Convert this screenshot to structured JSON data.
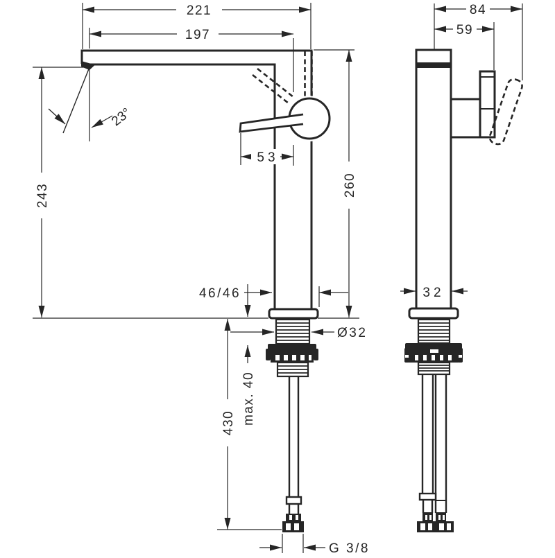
{
  "meta": {
    "description": "Technical dimension drawing of a single-lever tall basin mixer tap, front view and side view, with millimetre dimensions"
  },
  "front_view": {
    "labels": {
      "overall_depth": "221",
      "spout_reach": "197",
      "spout_height": "243",
      "jet_angle": "23°",
      "lever_length": "53",
      "total_height": "260",
      "body_section": "46/46",
      "shank_diameter": "Ø32",
      "max_mounting_thickness": "max. 40",
      "hose_length": "430",
      "connection_thread": "G 3/8"
    }
  },
  "side_view": {
    "labels": {
      "overall_width": "84",
      "handle_projection": "59",
      "body_width": "32"
    }
  },
  "colors": {
    "line": "#262626",
    "background": "#ffffff"
  }
}
